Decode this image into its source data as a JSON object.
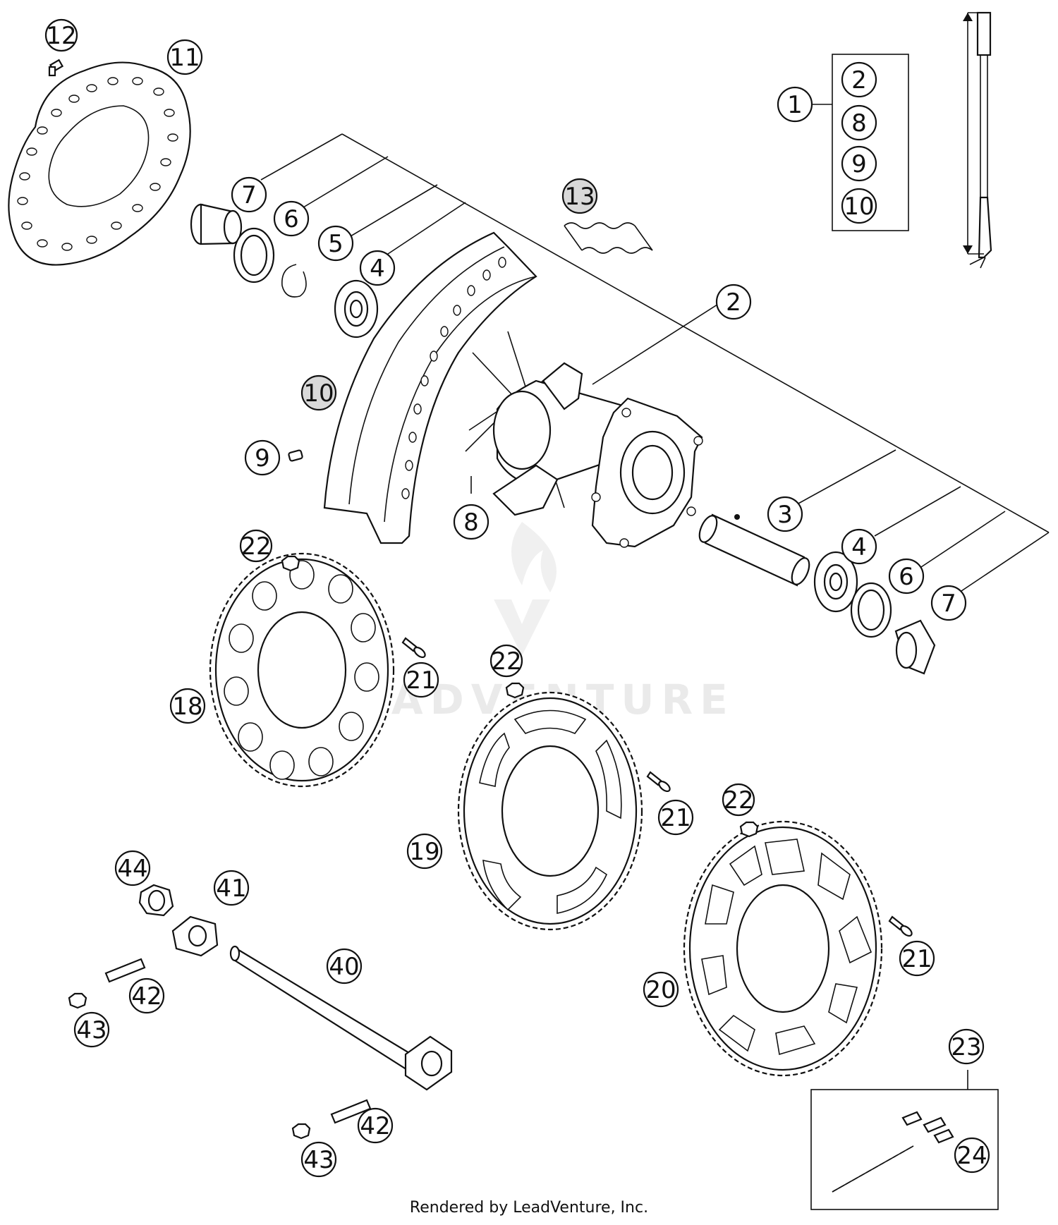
{
  "callouts": [
    {
      "id": "c12",
      "label": "12"
    },
    {
      "id": "c11",
      "label": "11"
    },
    {
      "id": "c1",
      "label": "1"
    },
    {
      "id": "c1-2",
      "label": "2"
    },
    {
      "id": "c1-8",
      "label": "8"
    },
    {
      "id": "c1-9",
      "label": "9"
    },
    {
      "id": "c1-10",
      "label": "10"
    },
    {
      "id": "c13",
      "label": "13"
    },
    {
      "id": "c7a",
      "label": "7"
    },
    {
      "id": "c6a",
      "label": "6"
    },
    {
      "id": "c5",
      "label": "5"
    },
    {
      "id": "c4a",
      "label": "4"
    },
    {
      "id": "c2",
      "label": "2"
    },
    {
      "id": "c10",
      "label": "10"
    },
    {
      "id": "c9",
      "label": "9"
    },
    {
      "id": "c8",
      "label": "8"
    },
    {
      "id": "c3",
      "label": "3"
    },
    {
      "id": "c4b",
      "label": "4"
    },
    {
      "id": "c6b",
      "label": "6"
    },
    {
      "id": "c7b",
      "label": "7"
    },
    {
      "id": "c22a",
      "label": "22"
    },
    {
      "id": "c21a",
      "label": "21"
    },
    {
      "id": "c18",
      "label": "18"
    },
    {
      "id": "c22b",
      "label": "22"
    },
    {
      "id": "c21b",
      "label": "21"
    },
    {
      "id": "c19",
      "label": "19"
    },
    {
      "id": "c22c",
      "label": "22"
    },
    {
      "id": "c21c",
      "label": "21"
    },
    {
      "id": "c20",
      "label": "20"
    },
    {
      "id": "c44",
      "label": "44"
    },
    {
      "id": "c41",
      "label": "41"
    },
    {
      "id": "c40",
      "label": "40"
    },
    {
      "id": "c42a",
      "label": "42"
    },
    {
      "id": "c43a",
      "label": "43"
    },
    {
      "id": "c42b",
      "label": "42"
    },
    {
      "id": "c43b",
      "label": "43"
    },
    {
      "id": "c23",
      "label": "23"
    },
    {
      "id": "c24",
      "label": "24"
    }
  ],
  "watermark": "LEADVENTURE",
  "footer": "Rendered by LeadVenture, Inc."
}
